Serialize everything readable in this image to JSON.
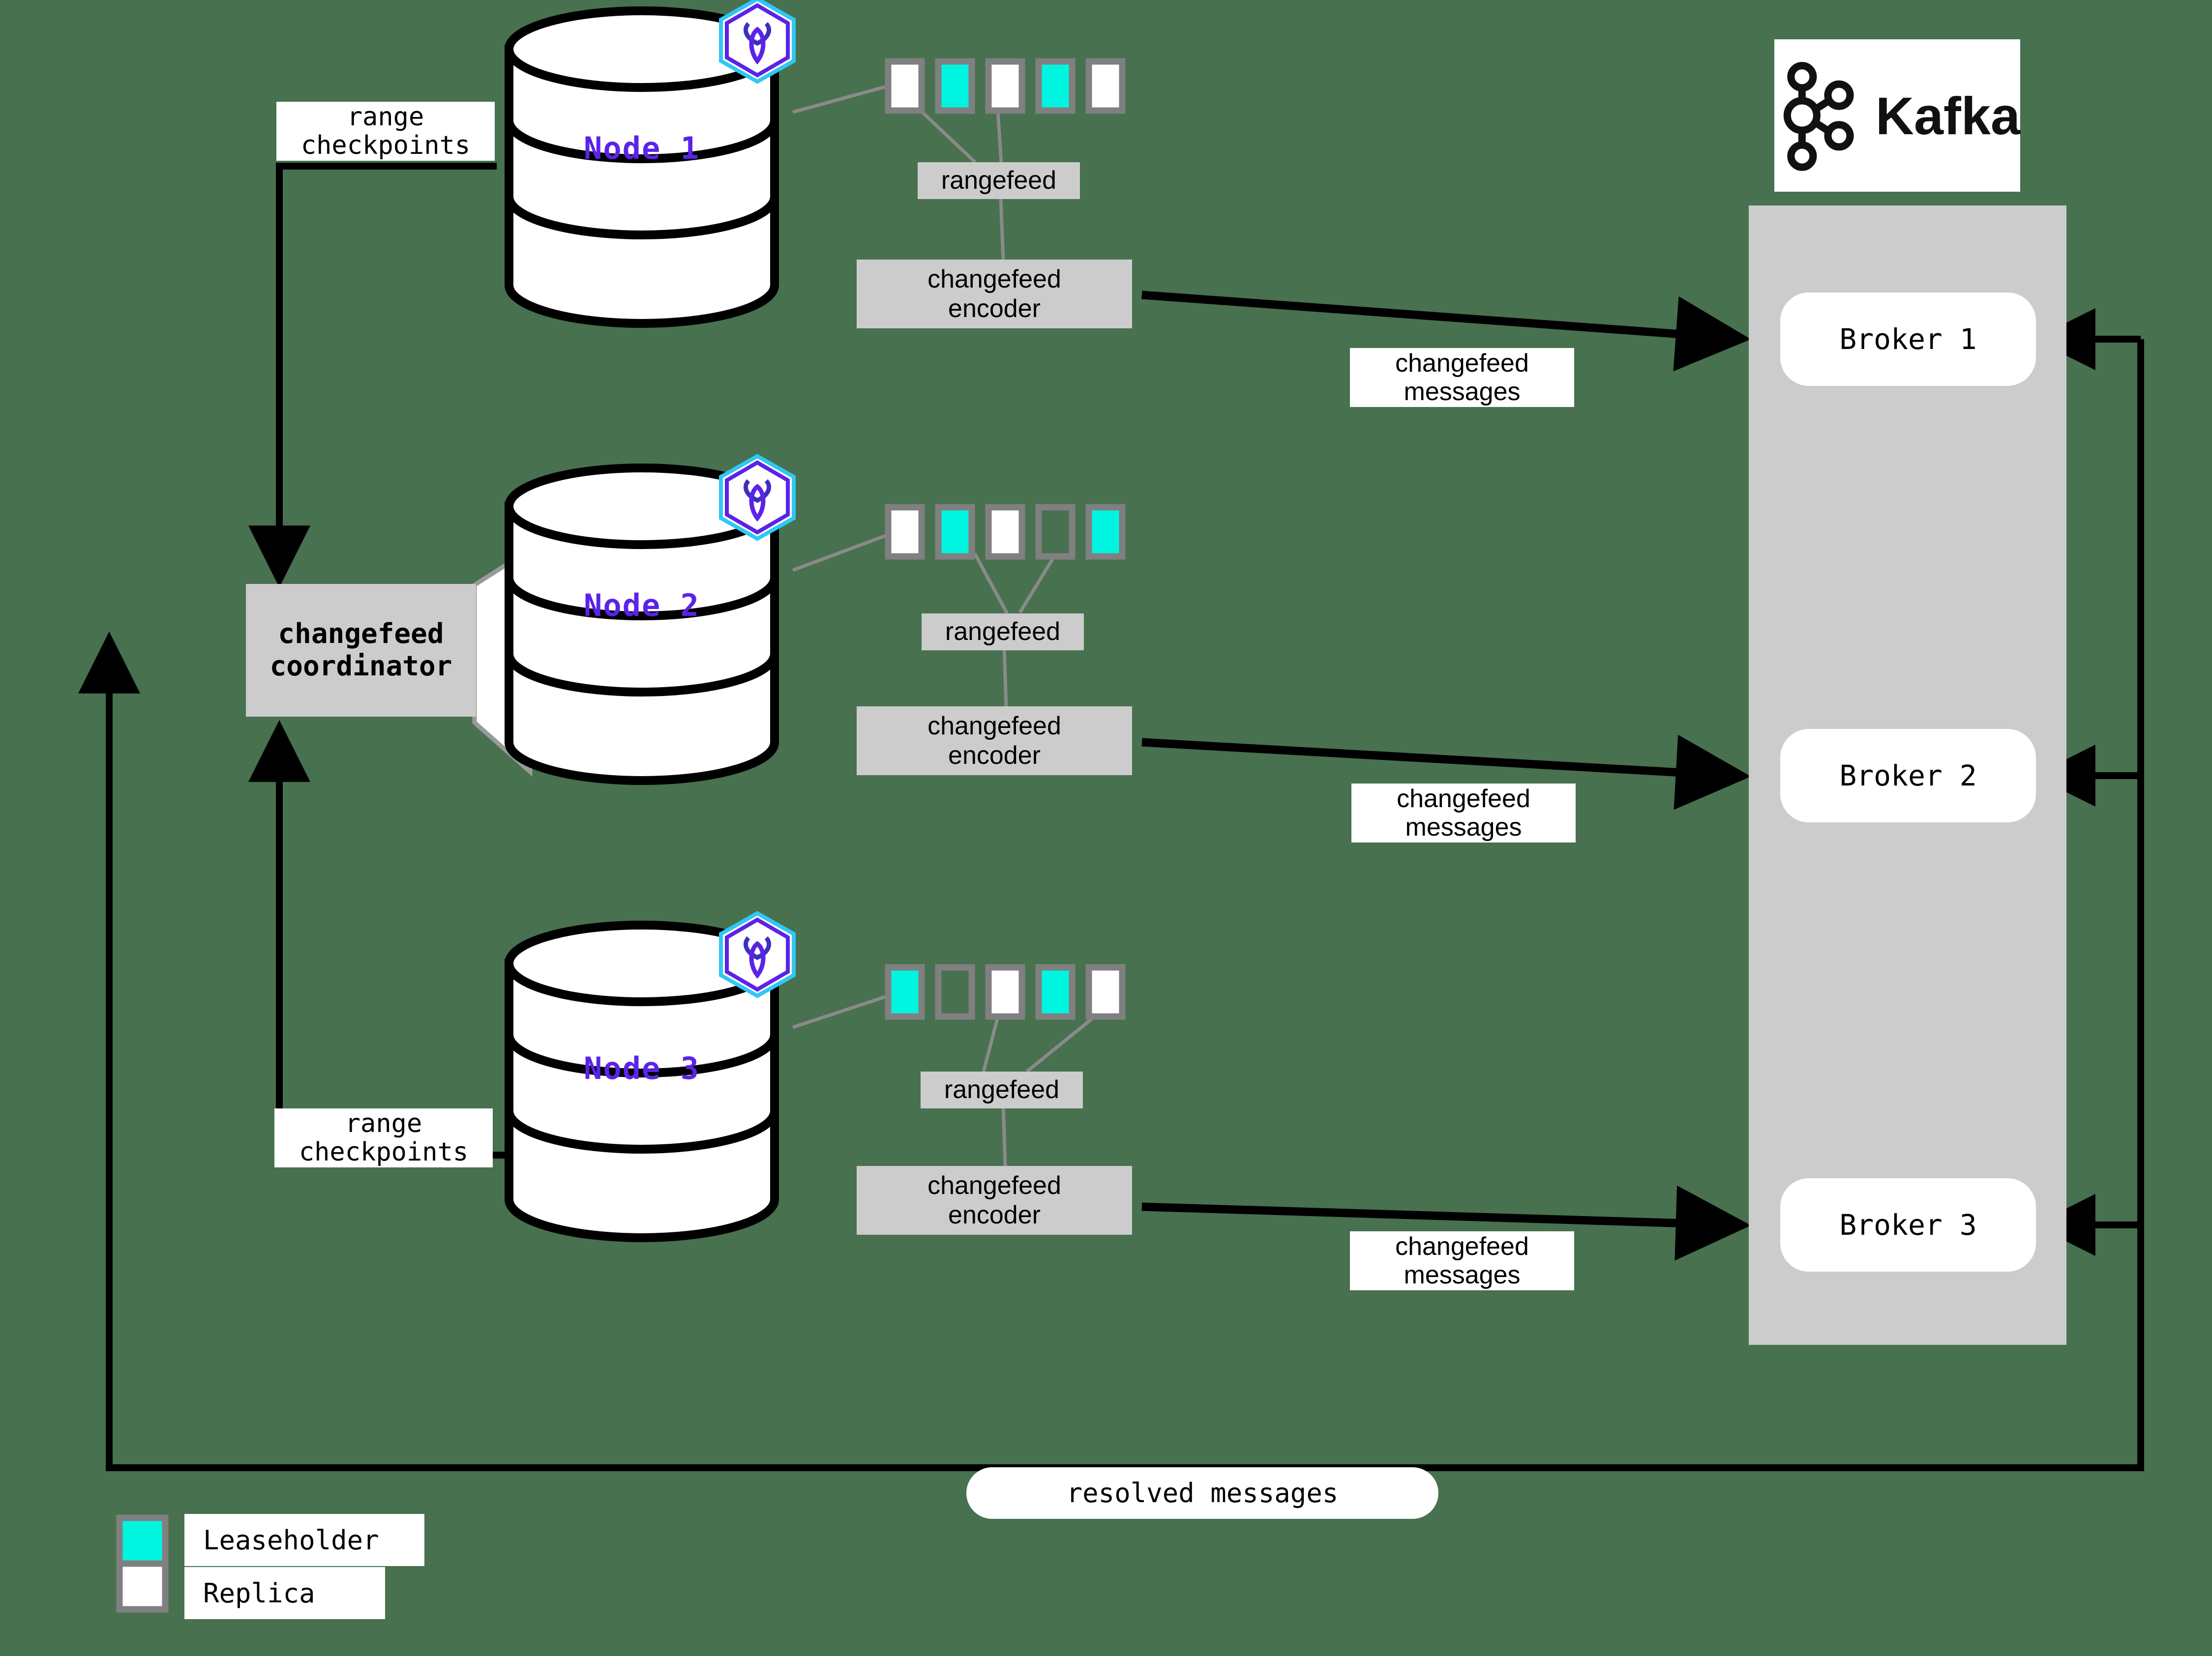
{
  "diagram": {
    "title": "CockroachDB changefeed to Kafka architecture",
    "background_color": "#47714f",
    "accent_colors": {
      "leaseholder": "#00f5e0",
      "replica": "#ffffff",
      "range_border": "#808080",
      "node_label": "#5b23e8",
      "box_gray": "#cccccc",
      "line_black": "#000000"
    }
  },
  "nodes": [
    {
      "label": "Node 1",
      "logo_icon": "cockroachdb-hex-logo",
      "ranges": [
        "replica",
        "leaseholder",
        "replica",
        "leaseholder",
        "replica"
      ],
      "rangefeed_label": "rangefeed",
      "encoder_label": "changefeed\nencoder",
      "checkpoint_label": "range\ncheckpoints",
      "messages_label": "changefeed\nmessages",
      "target_broker": "Broker 1"
    },
    {
      "label": "Node 2",
      "logo_icon": "cockroachdb-hex-logo",
      "ranges": [
        "replica",
        "leaseholder",
        "replica",
        "empty",
        "leaseholder"
      ],
      "rangefeed_label": "rangefeed",
      "encoder_label": "changefeed\nencoder",
      "checkpoint_label": "",
      "messages_label": "changefeed\nmessages",
      "target_broker": "Broker 2"
    },
    {
      "label": "Node 3",
      "logo_icon": "cockroachdb-hex-logo",
      "ranges": [
        "leaseholder",
        "empty",
        "replica",
        "leaseholder",
        "replica"
      ],
      "rangefeed_label": "rangefeed",
      "encoder_label": "changefeed\nencoder",
      "checkpoint_label": "range\ncheckpoints",
      "messages_label": "changefeed\nmessages",
      "target_broker": "Broker 3"
    }
  ],
  "coordinator": {
    "label": "changefeed\ncoordinator",
    "attached_to": "Node 2"
  },
  "kafka": {
    "name": "Kafka",
    "logo_icon": "kafka-logo",
    "brokers": [
      {
        "label": "Broker 1"
      },
      {
        "label": "Broker 2"
      },
      {
        "label": "Broker 3"
      }
    ]
  },
  "resolved": {
    "label": "resolved messages"
  },
  "legend": {
    "items": [
      {
        "swatch": "leaseholder",
        "label": "Leaseholder",
        "color": "#00f5e0"
      },
      {
        "swatch": "replica",
        "label": "Replica",
        "color": "#ffffff"
      }
    ]
  }
}
